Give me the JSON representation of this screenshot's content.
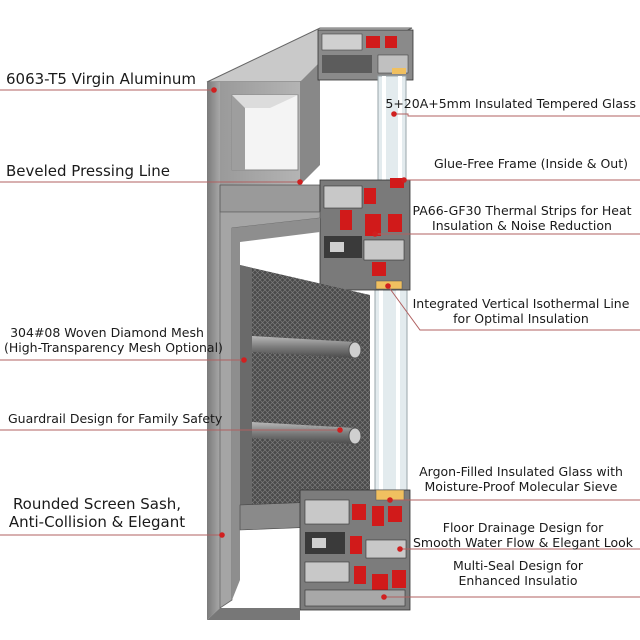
{
  "callouts_left": [
    {
      "id": "aluminum",
      "lines": [
        "6063-T5 Virgin Aluminum"
      ]
    },
    {
      "id": "beveled",
      "lines": [
        "Beveled Pressing Line"
      ]
    },
    {
      "id": "mesh",
      "lines": [
        "304#08 Woven Diamond Mesh",
        "(High-Transparency Mesh Optional)"
      ]
    },
    {
      "id": "guardrail",
      "lines": [
        "Guardrail Design for Family Safety"
      ]
    },
    {
      "id": "sash",
      "lines": [
        "Rounded Screen Sash,",
        "Anti-Collision & Elegant"
      ]
    }
  ],
  "callouts_right": [
    {
      "id": "glass",
      "lines": [
        "5+20A+5mm Insulated Tempered Glass"
      ]
    },
    {
      "id": "gluefree",
      "lines": [
        "Glue-Free Frame (Inside & Out)"
      ]
    },
    {
      "id": "pa66",
      "lines": [
        "PA66-GF30 Thermal Strips for Heat",
        "Insulation & Noise Reduction"
      ]
    },
    {
      "id": "isotherm",
      "lines": [
        "Integrated Vertical Isothermal Line",
        "for Optimal Insulation"
      ]
    },
    {
      "id": "argon",
      "lines": [
        "Argon-Filled Insulated Glass with",
        "Moisture-Proof Molecular Sieve"
      ]
    },
    {
      "id": "drainage",
      "lines": [
        "Floor Drainage Design for",
        "Smooth Water Flow & Elegant Look"
      ]
    },
    {
      "id": "multiseal",
      "lines": [
        "Multi-Seal Design for",
        "Enhanced Insulatio"
      ]
    }
  ],
  "colors": {
    "callout_line": "#b06060",
    "dot": "#d02020",
    "frame": "#8e8e8e",
    "frame_dark": "#5e5e5e",
    "thermal_strip": "#d11a1a",
    "glass": "#e6edf0"
  }
}
